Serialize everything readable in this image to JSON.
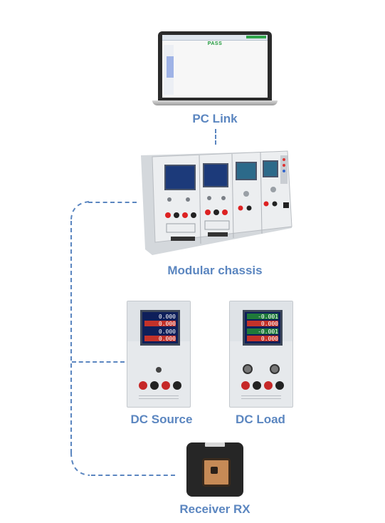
{
  "laptop": {
    "status_text": "PASS",
    "caption": "PC Link"
  },
  "chassis": {
    "caption": "Modular chassis"
  },
  "source": {
    "caption": "DC Source",
    "readings": [
      "0.000",
      "0.000",
      "0.000",
      "0.000"
    ]
  },
  "load": {
    "caption": "DC Load",
    "readings": [
      "-0.001",
      "0.000",
      "-0.001",
      "0.000"
    ]
  },
  "receiver": {
    "caption": "Receiver RX"
  },
  "colors": {
    "accent": "#5b86c0",
    "pass_green": "#1f9a3b"
  }
}
